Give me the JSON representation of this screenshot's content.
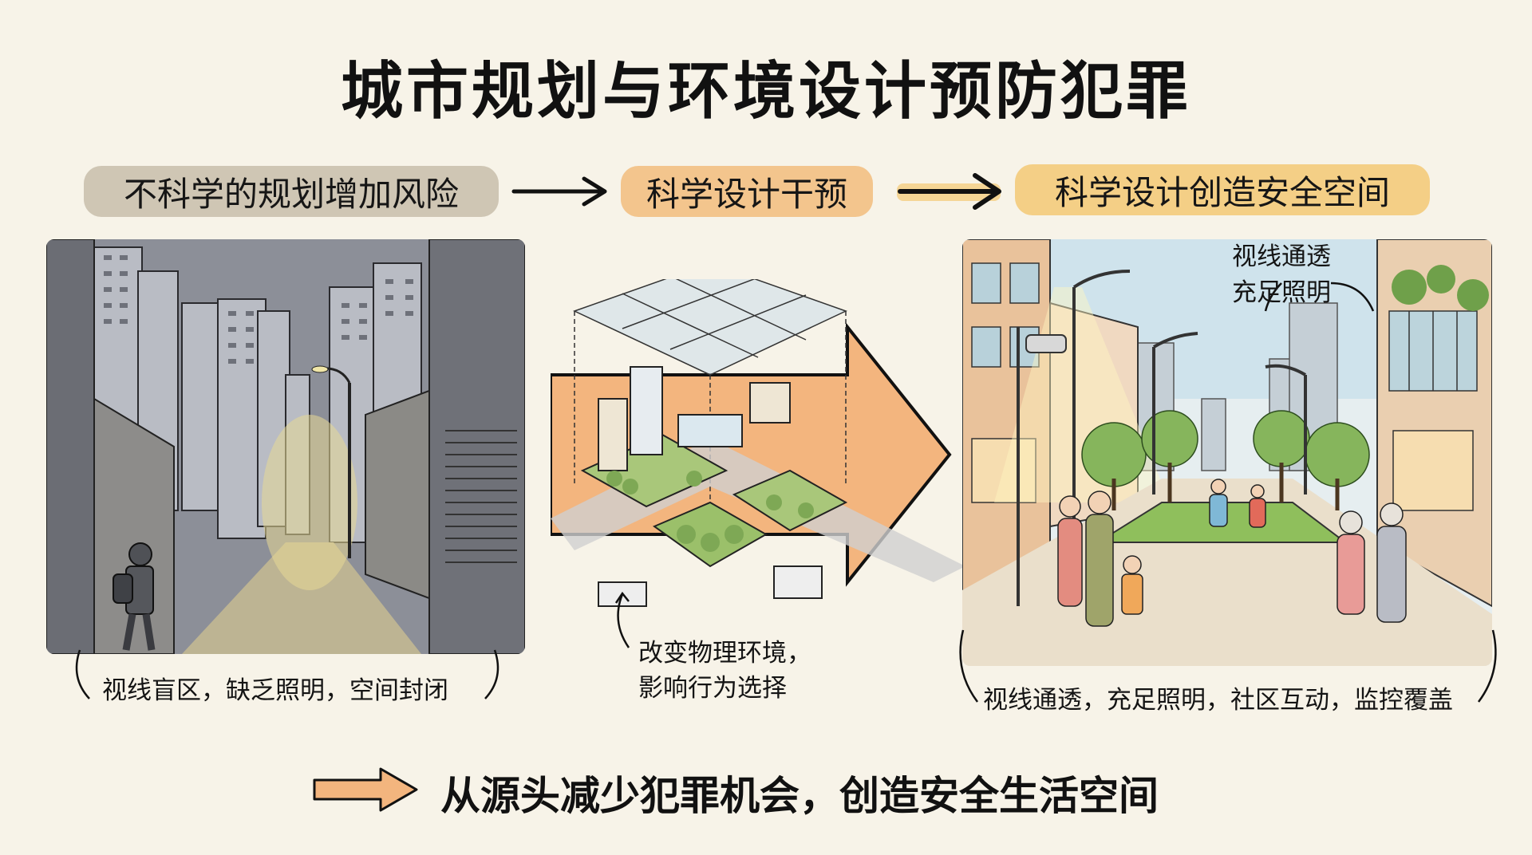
{
  "title": "城市规划与环境设计预防犯罪",
  "flow": {
    "steps": [
      {
        "label": "不科学的规划增加风险",
        "color": "#cfc6b4"
      },
      {
        "label": "科学设计干预",
        "color": "#f3c58d"
      },
      {
        "label": "科学设计创造安全空间",
        "color": "#f4cf86"
      }
    ],
    "arrow_icons": [
      "arrow-right-icon",
      "arrow-right-highlighted-icon"
    ]
  },
  "panels": {
    "left": {
      "scene": "dark-narrow-alley-with-hooded-person",
      "caption": "视线盲区，缺乏照明，空间封闭"
    },
    "middle": {
      "scene": "isometric-city-block-planning-grid",
      "caption_line1": "改变物理环境，",
      "caption_line2": "影响行为选择",
      "arrow_color": "#f3b57e"
    },
    "right": {
      "scene": "bright-open-street-with-families-and-lighting",
      "note_line1": "视线通透",
      "note_line2": "充足照明",
      "caption": "视线通透，充足照明，社区互动，监控覆盖"
    }
  },
  "conclusion": {
    "text": "从源头减少犯罪机会，创造安全生活空间",
    "arrow_color": "#f3b57e"
  },
  "colors": {
    "background": "#f7f3e8",
    "text": "#151515",
    "accent_orange": "#f3b57e"
  }
}
